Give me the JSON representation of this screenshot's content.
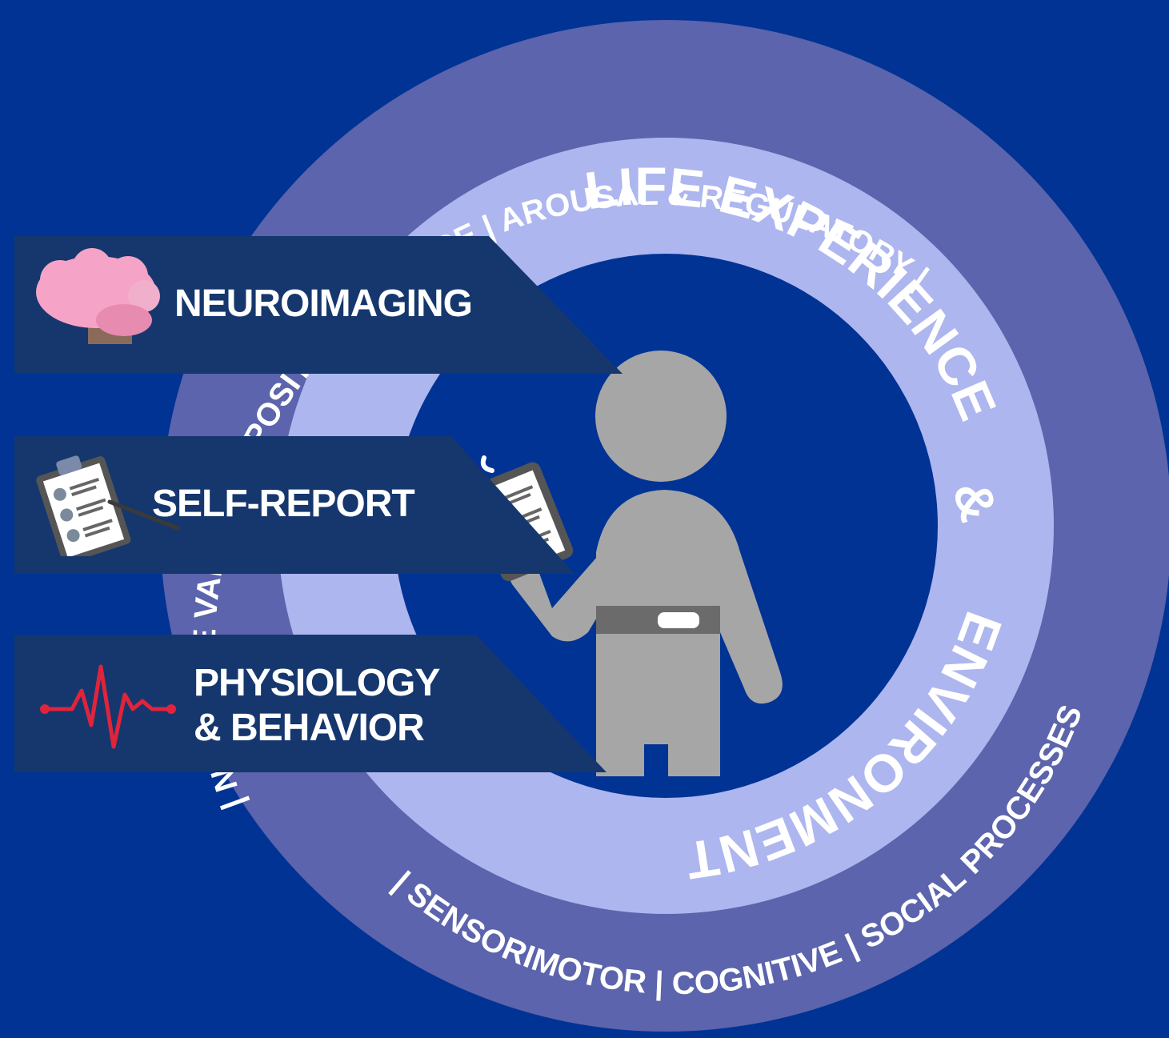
{
  "outer_ring": {
    "top": "| NEGATIVE VALENCE | POSITIVE VALENCE | AROUSAL & REGULATORY |",
    "bottom": "| SENSORIMOTOR | COGNITIVE | SOCIAL PROCESSES"
  },
  "inner_ring": {
    "part1": "LIFE EXPERIENCE",
    "amp": "&",
    "part2": "ENVIRONMENT"
  },
  "banners": [
    {
      "label": "NEUROIMAGING",
      "icon": "brain-icon"
    },
    {
      "label": "SELF-REPORT",
      "icon": "clipboard-icon"
    },
    {
      "label": "PHYSIOLOGY\n& BEHAVIOR",
      "icon": "heartbeat-icon"
    }
  ],
  "colors": {
    "background": "#003394",
    "outer_ring": "#5b64ac",
    "inner_ring": "#adb6ee",
    "banner": "#15376d",
    "figure": "#a6a6a6",
    "brain": "#f5a3c6",
    "heartbeat": "#e0243c"
  }
}
